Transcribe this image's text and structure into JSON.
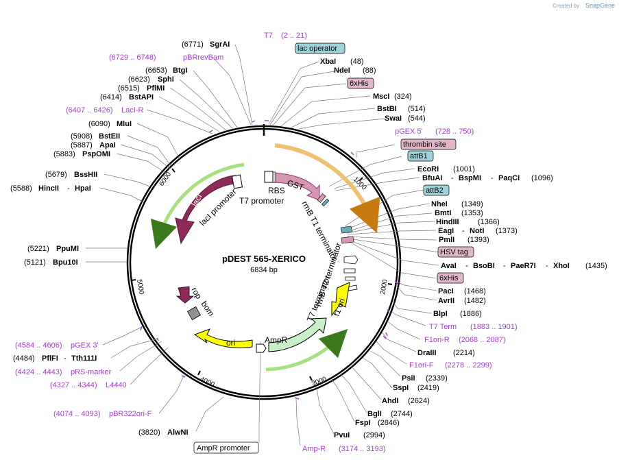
{
  "credit": {
    "prefix": "Created by",
    "brand": "SnapGene"
  },
  "plasmid": {
    "name": "pDEST 565-XERICO",
    "size": "6834 bp"
  },
  "scale": {
    "t1000": "1000",
    "t2000": "2000",
    "t3000": "3000",
    "t4000": "4000",
    "t5000": "5000",
    "t6000": "6000"
  },
  "features": {
    "laci": "lacI",
    "gst": "GST",
    "f1ori": "f1 ori",
    "ampr": "AmpR",
    "ori": "ori",
    "rbs": "RBS",
    "t7promoter": "T7 promoter",
    "lacipromoter": "lacI promoter",
    "rrnbt1": "rrnB T1 terminator",
    "rrnbt2": "rrnB T2 terminator",
    "t7terminator": "T7 terminator",
    "rop": "rop",
    "bom": "bom"
  },
  "top": {
    "t7": "T7",
    "t7range": "(2 .. 21)",
    "lacoperator": "lac operator"
  },
  "right": {
    "sep": "-",
    "xbai": "XbaI",
    "xbaipos": "(48)",
    "ndei": "NdeI",
    "ndeipos": "(88)",
    "his1": "6xHis",
    "msci": "MscI",
    "mscipos": "(324)",
    "bstbi": "BstBI",
    "bstbipos": "(514)",
    "swai": "SwaI",
    "swaipos": "(544)",
    "pgex5": "pGEX 5'",
    "pgex5range": "(728 .. 750)",
    "thrombin": "thrombin site",
    "attb1": "attB1",
    "ecori": "EcoRI",
    "ecoripos": "(1001)",
    "bfuai": "BfuAI",
    "bspmi": "BspMI",
    "paqci": "PaqCI",
    "bfuaipos": "(1096)",
    "attb2": "attB2",
    "nhei": "NheI",
    "nheipos": "(1349)",
    "bmti": "BmtI",
    "bmtipos": "(1353)",
    "hindiii": "HindIII",
    "hindiiipos": "(1366)",
    "eagi": "EagI",
    "noti": "NotI",
    "eagipos": "(1373)",
    "pmli": "PmlI",
    "pmlipos": "(1393)",
    "hsv": "HSV tag",
    "avai": "AvaI",
    "bsobi": "BsoBI",
    "paer7i": "PaeR7I",
    "xhoi": "XhoI",
    "avaipos": "(1435)",
    "his2": "6xHis",
    "paci": "PacI",
    "pacipos": "(1468)",
    "avrii": "AvrII",
    "avriipos": "(1482)",
    "blpi": "BlpI",
    "blpipos": "(1886)",
    "t7term": "T7 Term",
    "t7termrange": "(1883 .. 1901)",
    "f1orir": "F1ori-R",
    "f1orirrange": "(2068 .. 2087)",
    "draiii": "DraIII",
    "draiiipos": "(2214)",
    "f1orif": "F1ori-F",
    "f1orifrange": "(2278 .. 2299)",
    "psii": "PsiI",
    "psiipos": "(2339)",
    "sspi": "SspI",
    "sspipos": "(2419)",
    "ahdi": "AhdI",
    "ahdipos": "(2624)",
    "bgli": "BglI",
    "bglipos": "(2744)",
    "fspi": "FspI",
    "fspipos": "(2846)",
    "pvui": "PvuI",
    "pvuipos": "(2994)",
    "ampr": "Amp-R",
    "amprrange": "(3174 .. 3193)"
  },
  "left": {
    "sep": "-",
    "sgraipos": "(6771)",
    "sgrai": "SgrAI",
    "pbrrevbamrange": "(6729 .. 6748)",
    "pbrrevbam": "pBRrevBam",
    "btgipos": "(6653)",
    "btgi": "BtgI",
    "sphipos": "(6623)",
    "sphi": "SphI",
    "pflmipos": "(6515)",
    "pflmi": "PflMI",
    "bstapipos": "(6414)",
    "bstapi": "BstAPI",
    "lacirrange": "(6407 .. 6426)",
    "lacir": "LacI-R",
    "muipos": "(6090)",
    "mlui": "MluI",
    "bsteiipos": "(5908)",
    "bsteii": "BstEII",
    "apaipos": "(5887)",
    "apai": "ApaI",
    "pspomipos": "(5883)",
    "pspomi": "PspOMI",
    "bsshiipos": "(5679)",
    "bsshii": "BssHII",
    "hinciipos": "(5588)",
    "hincii": "HincII",
    "hpai": "HpaI",
    "ppumipos": "(5221)",
    "ppumi": "PpuMI",
    "bpu10ipos": "(5121)",
    "bpu10i": "Bpu10I",
    "pgex3range": "(4584 .. 4606)",
    "pgex3": "pGEX 3'",
    "pflfipos": "(4484)",
    "pflfi": "PflFI",
    "tth111i": "Tth111I",
    "prsmarkerrange": "(4424 .. 4443)",
    "prsmarker": "pRS-marker",
    "l4440range": "(4327 .. 4344)",
    "l4440": "L4440",
    "pbr322range": "(4074 .. 4093)",
    "pbr322": "pBR322ori-F",
    "alwnipos": "(3820)",
    "alwni": "AlwNI",
    "amprpromoter": "AmpR promoter"
  }
}
